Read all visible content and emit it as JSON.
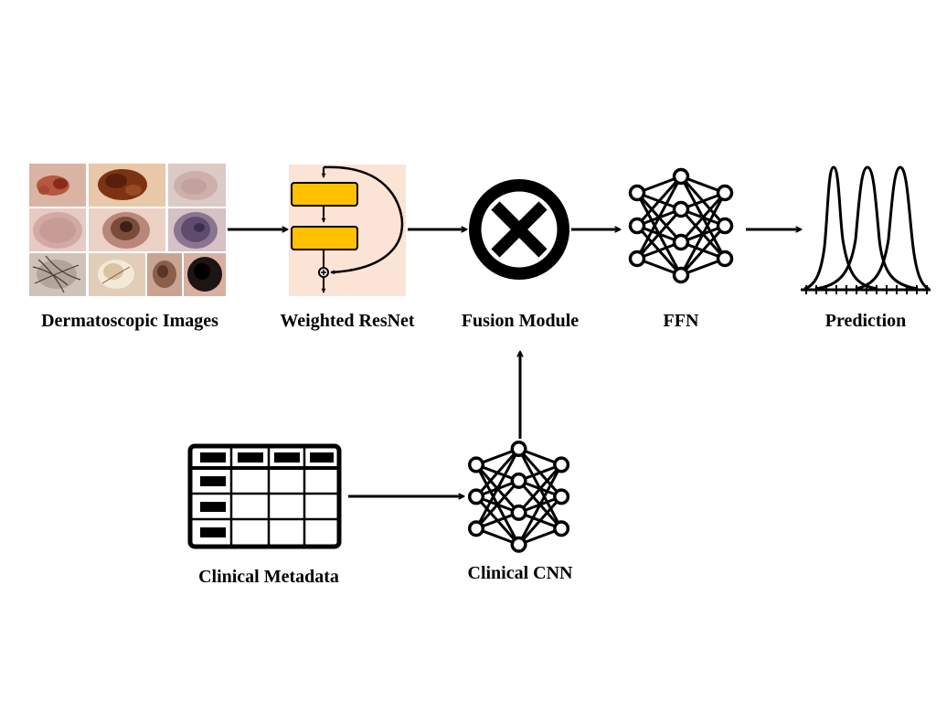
{
  "diagram": {
    "nodes": [
      {
        "id": "dermatoscopic_images",
        "label": "Dermatoscopic Images",
        "icon": "dermatoscopic-image-grid"
      },
      {
        "id": "weighted_resnet",
        "label": "Weighted ResNet",
        "icon": "residual-block-icon"
      },
      {
        "id": "fusion_module",
        "label": "Fusion Module",
        "icon": "circled-times-icon"
      },
      {
        "id": "ffn",
        "label": "FFN",
        "icon": "neural-network-icon"
      },
      {
        "id": "prediction",
        "label": "Prediction",
        "icon": "distribution-curves-icon"
      },
      {
        "id": "clinical_metadata",
        "label": "Clinical Metadata",
        "icon": "table-icon"
      },
      {
        "id": "clinical_cnn",
        "label": "Clinical CNN",
        "icon": "neural-network-icon"
      }
    ],
    "edges": [
      {
        "from": "dermatoscopic_images",
        "to": "weighted_resnet"
      },
      {
        "from": "weighted_resnet",
        "to": "fusion_module"
      },
      {
        "from": "fusion_module",
        "to": "ffn"
      },
      {
        "from": "ffn",
        "to": "prediction"
      },
      {
        "from": "clinical_metadata",
        "to": "clinical_cnn"
      },
      {
        "from": "clinical_cnn",
        "to": "fusion_module"
      }
    ],
    "colors": {
      "stroke": "#000000",
      "resnet_block_fill": "#FFC000",
      "resnet_background": "#FBE3D6"
    }
  }
}
